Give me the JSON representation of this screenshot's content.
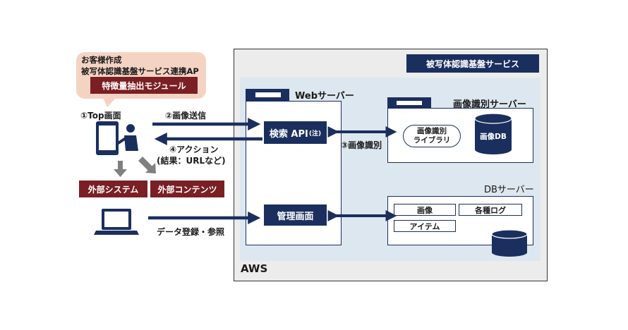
{
  "aws": {
    "label": "AWS",
    "service_title": "被写体認識基盤サービス"
  },
  "customer": {
    "line1": "お客様作成",
    "line2": "被写体認識基盤サービス連携AP",
    "module": "特徴量抽出モジュール"
  },
  "flow": {
    "top_screen": "①Top画面",
    "send_image": "②画像送信",
    "action_line1": "④アクション",
    "action_line2": "(結果：URLなど)",
    "identify": "③画像識別",
    "data_register": "データ登録・参照"
  },
  "external": {
    "system": "外部システム",
    "contents": "外部コンテンツ"
  },
  "web_server": {
    "title": "Webサーバー",
    "search_api": "検索 API",
    "search_api_note": "(注)",
    "admin": "管理画面"
  },
  "image_server": {
    "title": "画像識別サーバー",
    "library_line1": "画像識別",
    "library_line2": "ライブラリ",
    "db": "画像DB"
  },
  "db_server": {
    "title": "DBサーバー",
    "items": [
      "画像",
      "各種ログ",
      "アイテム"
    ]
  },
  "colors": {
    "navy": "#1b2f5e",
    "maroon": "#7a1f24",
    "bubble": "#f5d3c3",
    "aws_bg": "#ececec",
    "inner_bg": "#dde7ef",
    "arrow_gray": "#808080"
  }
}
